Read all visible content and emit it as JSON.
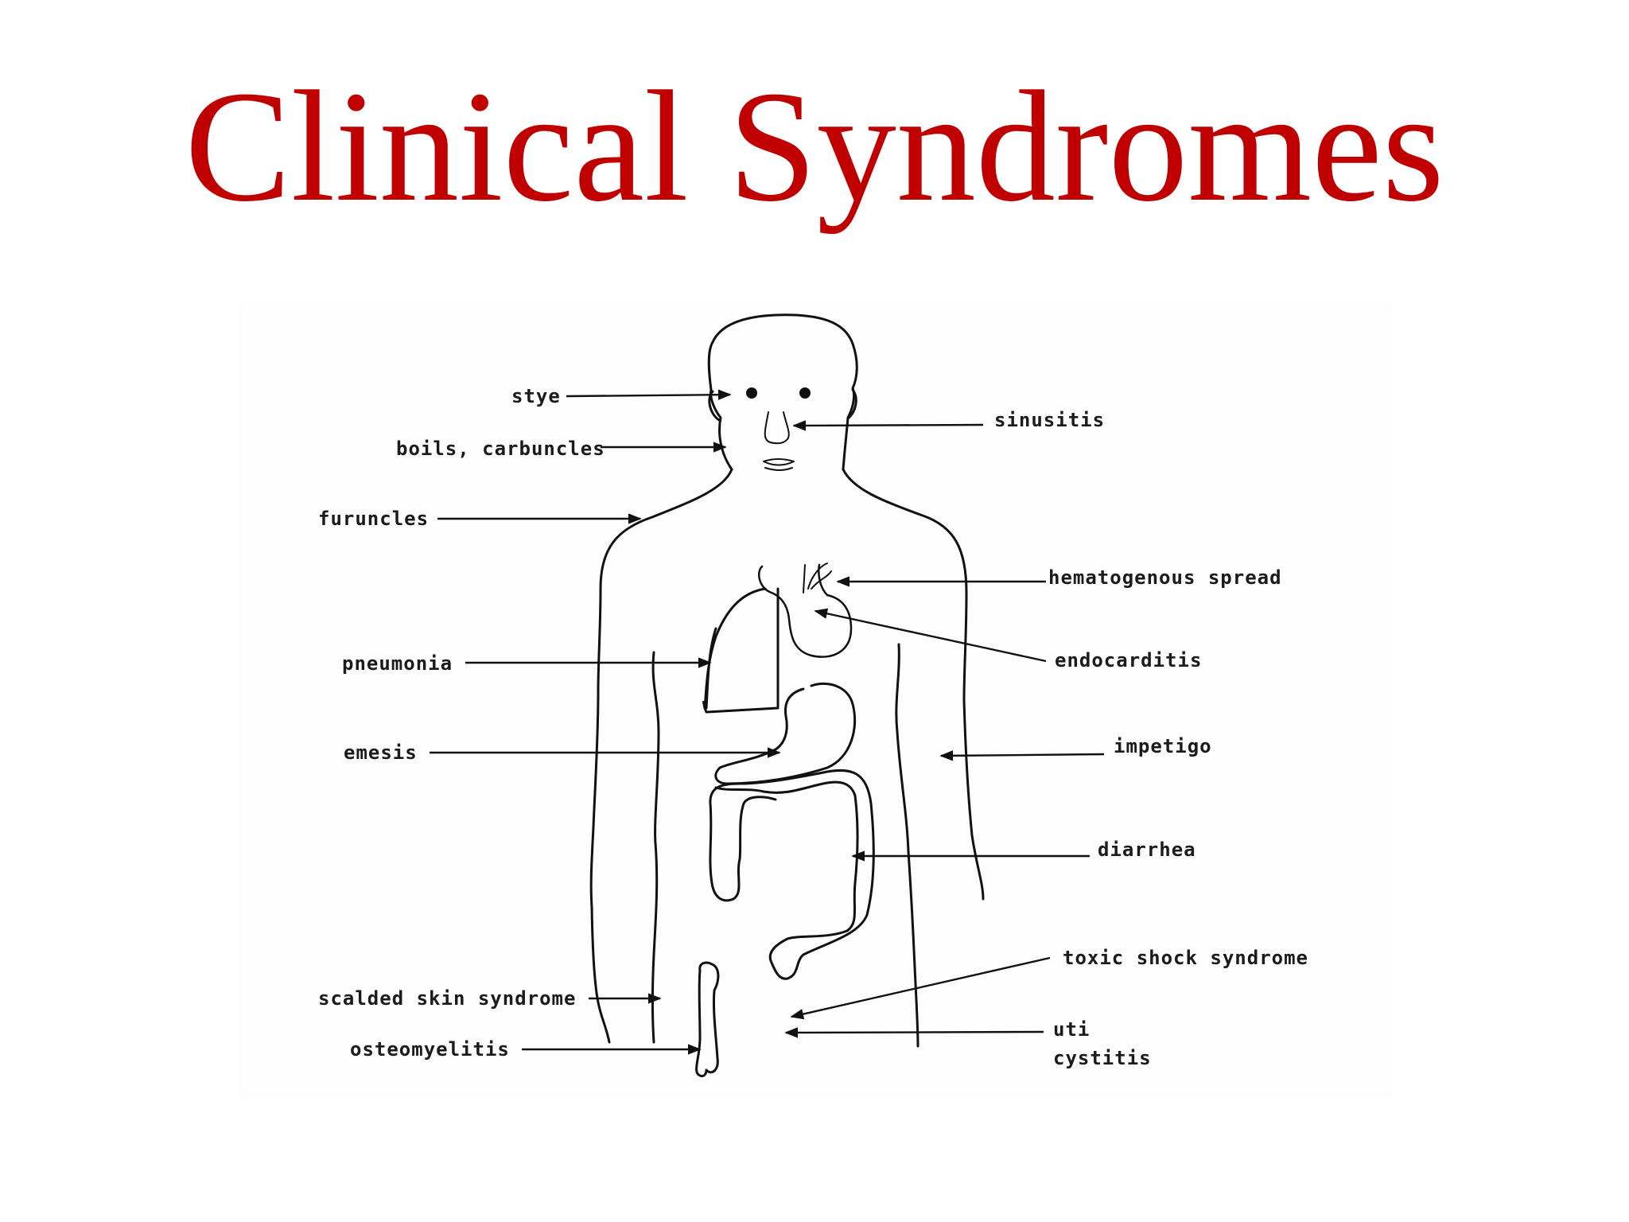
{
  "title": "Clinical Syndromes",
  "colors": {
    "title": "#c00000",
    "line": "#111111"
  },
  "labels": {
    "stye": "stye",
    "boils": "boils, carbuncles",
    "furuncles": "furuncles",
    "pneumonia": "pneumonia",
    "emesis": "emesis",
    "scalded": "scalded skin syndrome",
    "osteomyelitis": "osteomyelitis",
    "sinusitis": "sinusitis",
    "hematogenous": "hematogenous spread",
    "endocarditis": "endocarditis",
    "impetigo": "impetigo",
    "diarrhea": "diarrhea",
    "toxic": "toxic shock syndrome",
    "uti": "uti",
    "cystitis": "cystitis"
  }
}
